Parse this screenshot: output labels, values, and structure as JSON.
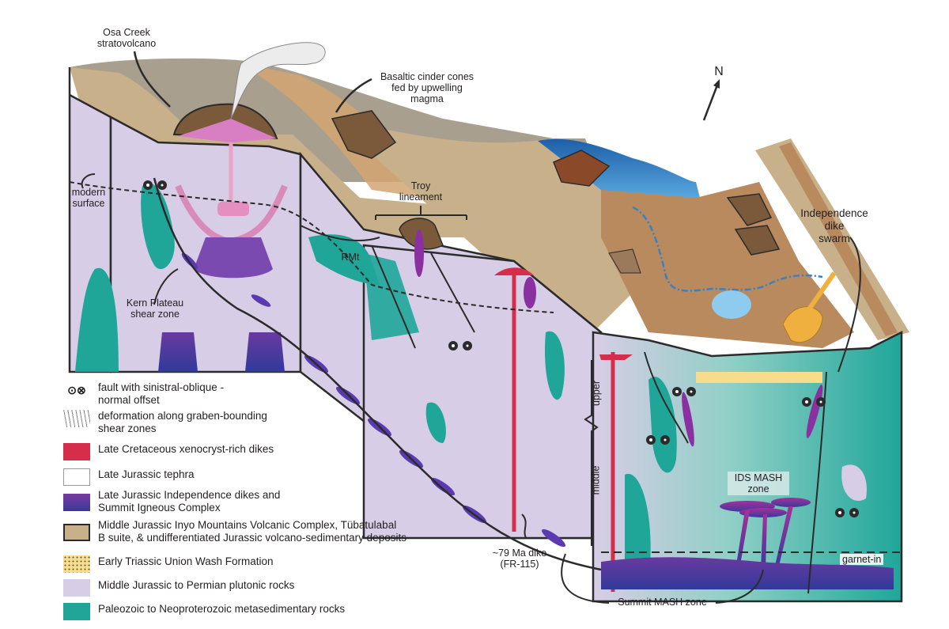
{
  "figure": {
    "type": "geologic-block-diagram",
    "north_arrow": {
      "label": "N"
    }
  },
  "labels": {
    "osa_creek": "Osa Creek\nstratovolcano",
    "osa_creek_line1": "Osa Creek",
    "osa_creek_line2": "stratovolcano",
    "cinder_line1": "Basaltic cinder cones",
    "cinder_line2": "fed by upwelling",
    "cinder_line3": "magma",
    "modern_line1": "modern",
    "modern_line2": "surface",
    "troy_line1": "Troy",
    "troy_line2": "lineament",
    "rmt": "RMt",
    "kern_line1": "Kern Plateau",
    "kern_line2": "shear zone",
    "independence_line1": "Independence",
    "independence_line2": "dike",
    "independence_line3": "swarm",
    "dike79_line1": "~79 Ma dike",
    "dike79_line2": "(FR-115)",
    "upper": "upper",
    "middle": "middle",
    "ids_mash_line1": "IDS MASH",
    "ids_mash_line2": "zone",
    "garnet_in": "garnet-in",
    "summit_mash": "Summit MASH zone"
  },
  "legend": {
    "items": [
      {
        "key": "fault",
        "icon": "fault-symbol-icon",
        "line1": "fault with sinistral-oblique   -",
        "line2": "normal offset"
      },
      {
        "key": "deformation",
        "icon": "shear-hatch-icon",
        "line1": "deformation along graben-bounding",
        "line2": "shear zones"
      },
      {
        "key": "cretaceous",
        "color": "#d62e4a",
        "line1": "Late Cretaceous xenocryst-rich dikes",
        "line2": ""
      },
      {
        "key": "tephra",
        "color": "#ffffff",
        "line1": "Late Jurassic tephra",
        "line2": ""
      },
      {
        "key": "independence",
        "color": "#4b3a94",
        "color2": "#7a3aa0",
        "line1": "Late Jurassic Independence dikes and",
        "line2": "Summit Igneous Complex"
      },
      {
        "key": "inyo",
        "color": "#c8b08a",
        "line1": "Middle Jurassic Inyo Mountains Volcanic Complex, Tübatulabal",
        "line2": "B suite, & undifferentiated Jurassic volcano-sedimentary deposits"
      },
      {
        "key": "union_wash",
        "color": "#f7dc8c",
        "line1": "Early Triassic Union Wash Formation",
        "line2": ""
      },
      {
        "key": "plutonic",
        "color": "#d8cde6",
        "line1": "Middle Jurassic to Permian plutonic rocks",
        "line2": ""
      },
      {
        "key": "metased",
        "color": "#1fa699",
        "line1": "Paleozoic to Neoproterozoic metasedimentary rocks",
        "line2": ""
      }
    ]
  },
  "colors": {
    "plutonic": "#d8cde6",
    "metased": "#1fa699",
    "inyo_tan": "#c8b08a",
    "surface_brown": "#b98a5e",
    "ridge_gray": "#a89f8f",
    "lake_blue": "#2a7bc0",
    "cretaceous_red": "#d62e4a",
    "dike_purple": "#6a3aa0",
    "magenta": "#a0309a",
    "union_wash_yellow": "#f7dc8c",
    "outline": "#2b2b2b"
  }
}
